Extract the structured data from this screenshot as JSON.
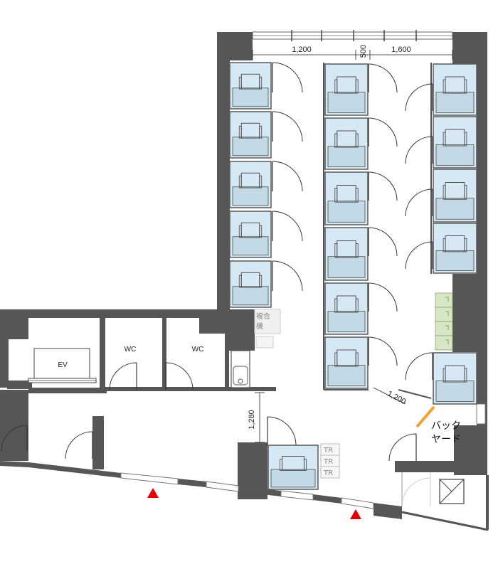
{
  "dimensions": {
    "top_left": "1,200",
    "top_middle": "500",
    "top_right": "1,600",
    "corridor_width": "1,280",
    "diagonal": "1,200"
  },
  "rooms": {
    "elevator": "EV",
    "wc_left": "WC",
    "wc_right": "WC",
    "backyard_line1": "バック",
    "backyard_line2": "ヤード",
    "copier_line1": "複合",
    "copier_line2": "機"
  },
  "tr_labels": [
    "TR",
    "TR",
    "TR"
  ],
  "colors": {
    "wall": "#565656",
    "room": "#d6e8f4",
    "locker": "#d7e6c4",
    "entrance_marker": "#e00000",
    "highlight_wall": "#f5a030"
  }
}
